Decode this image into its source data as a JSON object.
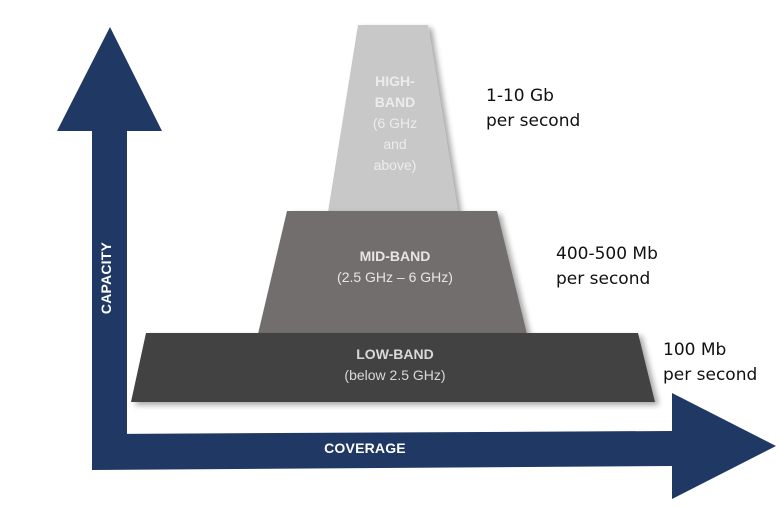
{
  "diagram": {
    "colors": {
      "axis": "#1f3864",
      "high_band": "#c8c8c8",
      "mid_band": "#736e6e",
      "low_band": "#434343",
      "band_text_high": "#ececec",
      "band_text_mid": "#e6e6e6",
      "band_text_low": "#d9d9d9"
    },
    "axes": {
      "y_label": "CAPACITY",
      "x_label": "COVERAGE"
    },
    "bands": [
      {
        "id": "high",
        "title_line1": "HIGH-",
        "title_line2": "BAND",
        "sub_line1": "(6 GHz",
        "sub_line2": "and",
        "sub_line3": "above)",
        "speed_line1": "1-10 Gb",
        "speed_line2": "per second"
      },
      {
        "id": "mid",
        "title": "MID-BAND",
        "sub": "(2.5 GHz – 6 GHz)",
        "speed_line1": "400-500 Mb",
        "speed_line2": "per second"
      },
      {
        "id": "low",
        "title": "LOW-BAND",
        "sub": "(below 2.5 GHz)",
        "speed_line1": "100 Mb",
        "speed_line2": "per second"
      }
    ]
  }
}
